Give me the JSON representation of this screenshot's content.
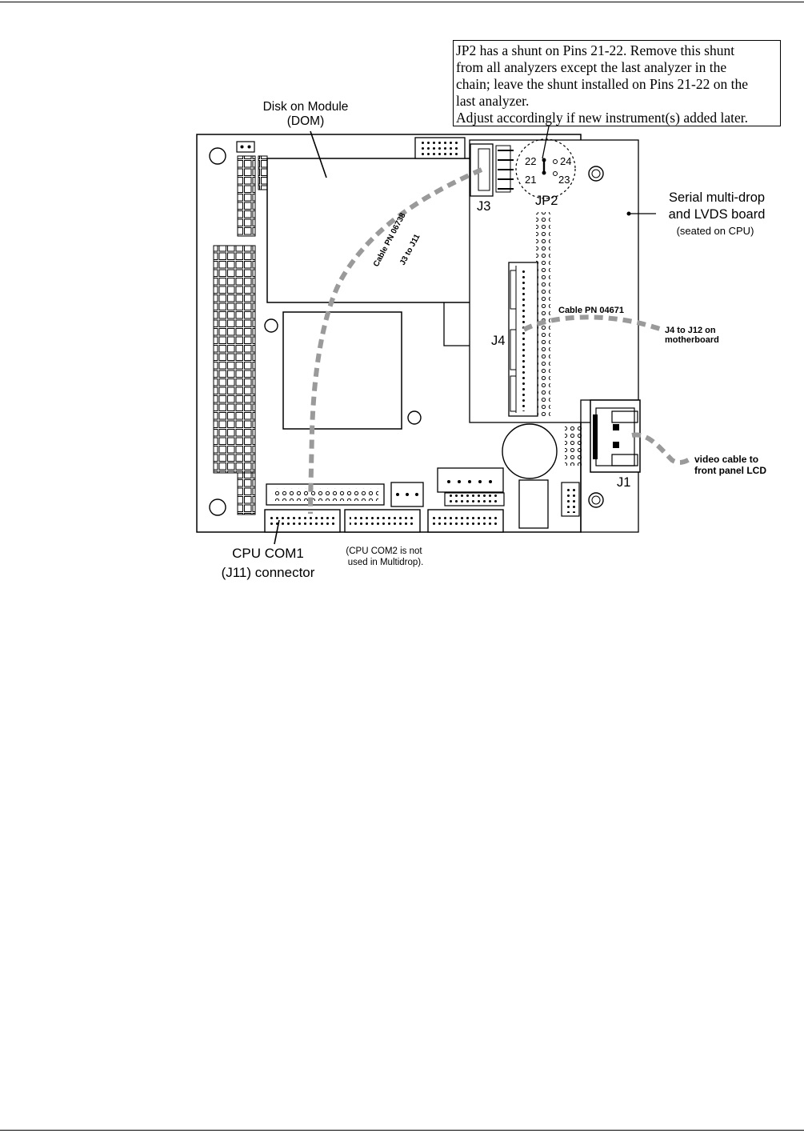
{
  "note": {
    "lines": [
      "JP2 has a shunt on Pins 21-22. Remove this shunt",
      "from all analyzers except the last analyzer in the",
      "chain; leave the shunt installed on Pins 21-22 on the",
      "last analyzer.",
      "Adjust accordingly if new instrument(s) added later."
    ]
  },
  "labels": {
    "dom_line1": "Disk on Module",
    "dom_line2": "(DOM)",
    "serial_line1": "Serial multi-drop",
    "serial_line2": "and LVDS board",
    "serial_line3": "(seated on CPU)",
    "j3": "J3",
    "jp2": "JP2",
    "j4": "J4",
    "j1": "J1",
    "pin22": "22",
    "pin24": "24",
    "pin21": "21",
    "pin23": "23",
    "cable1_line1": "Cable PN 06738",
    "cable1_line2": "J3 to J11",
    "cable2": "Cable PN 04671",
    "j4_j12_line1": "J4 to J12 on",
    "j4_j12_line2": "motherboard",
    "video_line1": "video cable to",
    "video_line2": "front panel LCD",
    "com1_line1": "CPU COM1",
    "com1_line2": "(J11) connector",
    "com2_line1": "(CPU COM2 is not",
    "com2_line2": "used in Multidrop)."
  },
  "colors": {
    "cable": "#9a9a9a",
    "line": "#000000"
  }
}
